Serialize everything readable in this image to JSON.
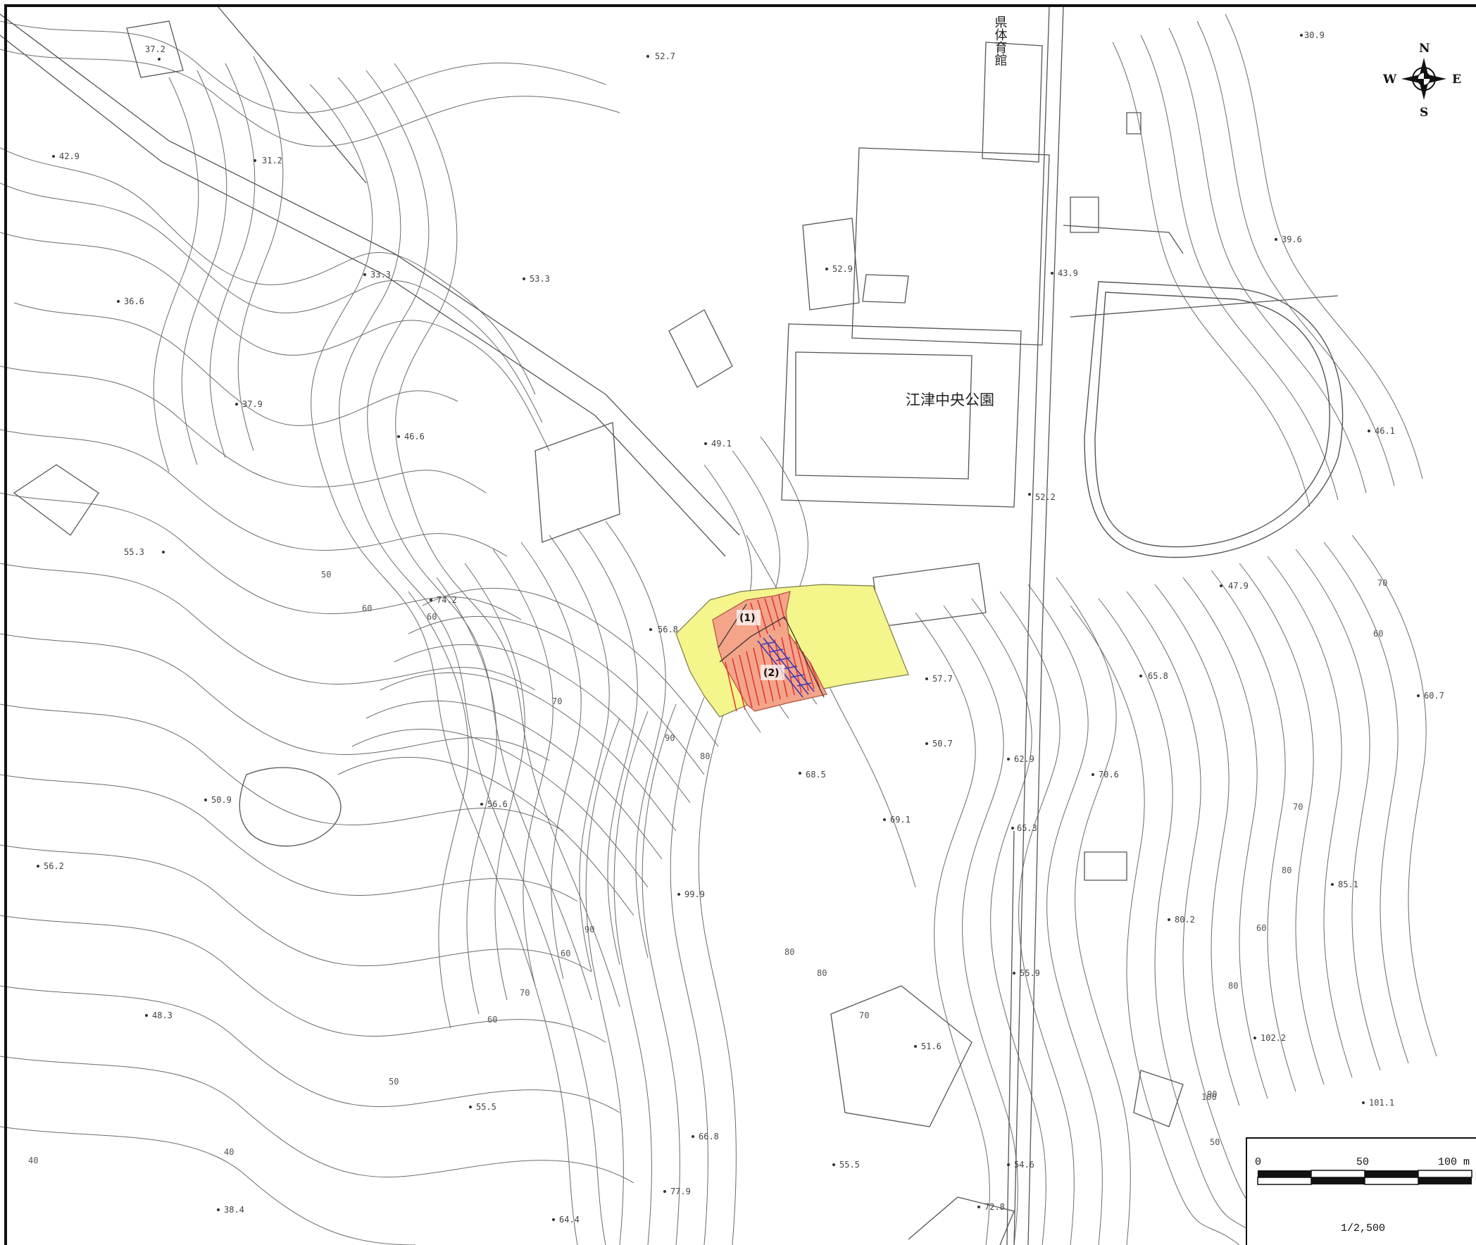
{
  "map": {
    "park_name": "江津中央公園",
    "building_label": "県体育館",
    "zone_labels": [
      "(1)",
      "(2)"
    ],
    "compass": {
      "n": "N",
      "s": "S",
      "e": "E",
      "w": "W"
    },
    "scale": {
      "tick0": "0",
      "tick50": "50",
      "tick100": "100 m",
      "ratio": "1/2,500"
    },
    "colors": {
      "yellow_zone": "#f4f58a",
      "red_zone": "#f3a489",
      "hatch_red": "#e0282a",
      "hatch_blue": "#3a3ab8"
    },
    "spot_heights": [
      "37.2",
      "42.9",
      "31.2",
      "33.3",
      "36.6",
      "52.7",
      "53.3",
      "37.9",
      "46.6",
      "52.9",
      "43.9",
      "39.6",
      "46.1",
      "49.1",
      "52.2",
      "55.3",
      "74.2",
      "56.8",
      "57.7",
      "60.7",
      "47.9",
      "65.8",
      "50.7",
      "62.9",
      "70.6",
      "68.5",
      "50.9",
      "56.6",
      "69.1",
      "65.3",
      "56.2",
      "99.9",
      "80.2",
      "85.1",
      "48.3",
      "55.9",
      "51.6",
      "102.2",
      "55.5",
      "101.1",
      "66.8",
      "55.5",
      "54.6",
      "38.4",
      "64.4",
      "77.9",
      "72.8",
      "30.9"
    ],
    "contour_labels": [
      "50",
      "60",
      "70",
      "60",
      "90",
      "80",
      "90",
      "60",
      "70",
      "80",
      "60",
      "80",
      "70",
      "70",
      "80",
      "60",
      "60",
      "70",
      "80",
      "90",
      "100",
      "50",
      "40",
      "40",
      "50"
    ]
  }
}
